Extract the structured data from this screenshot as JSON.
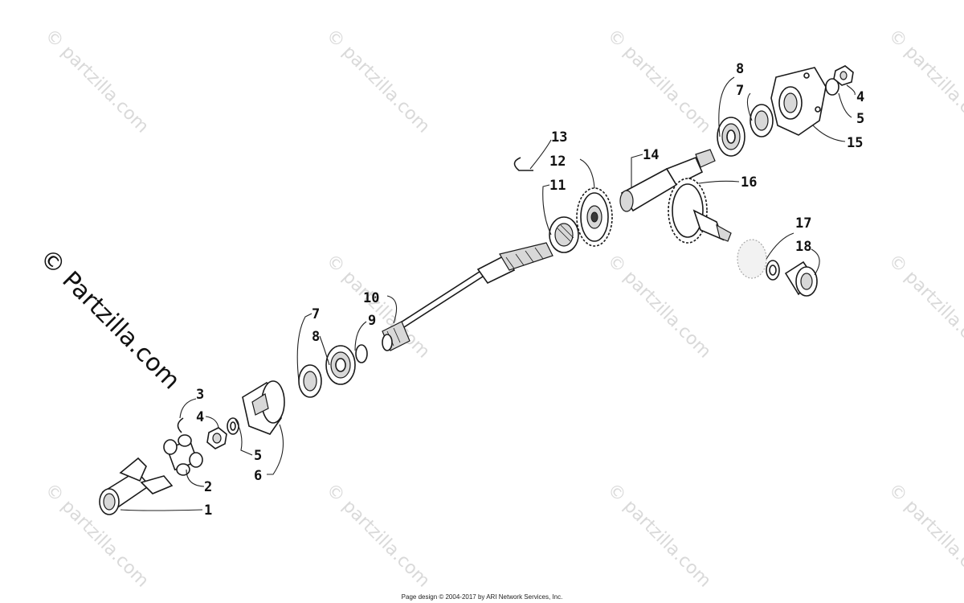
{
  "watermark": {
    "text": "© Partzilla.com",
    "repeat_text": "© partzilla.com"
  },
  "callouts": [
    {
      "id": "c1",
      "label": "1"
    },
    {
      "id": "c2",
      "label": "2"
    },
    {
      "id": "c3",
      "label": "3"
    },
    {
      "id": "c4a",
      "label": "4"
    },
    {
      "id": "c5a",
      "label": "5"
    },
    {
      "id": "c6",
      "label": "6"
    },
    {
      "id": "c7a",
      "label": "7"
    },
    {
      "id": "c8a",
      "label": "8"
    },
    {
      "id": "c9",
      "label": "9"
    },
    {
      "id": "c10",
      "label": "10"
    },
    {
      "id": "c11",
      "label": "11"
    },
    {
      "id": "c12",
      "label": "12"
    },
    {
      "id": "c13",
      "label": "13"
    },
    {
      "id": "c14",
      "label": "14"
    },
    {
      "id": "c16",
      "label": "16"
    },
    {
      "id": "c17",
      "label": "17"
    },
    {
      "id": "c18",
      "label": "18"
    },
    {
      "id": "c8b",
      "label": "8"
    },
    {
      "id": "c7b",
      "label": "7"
    },
    {
      "id": "c4b",
      "label": "4"
    },
    {
      "id": "c5b",
      "label": "5"
    },
    {
      "id": "c15",
      "label": "15"
    }
  ],
  "footer": "Page design © 2004-2017 by ARI Network Services, Inc."
}
